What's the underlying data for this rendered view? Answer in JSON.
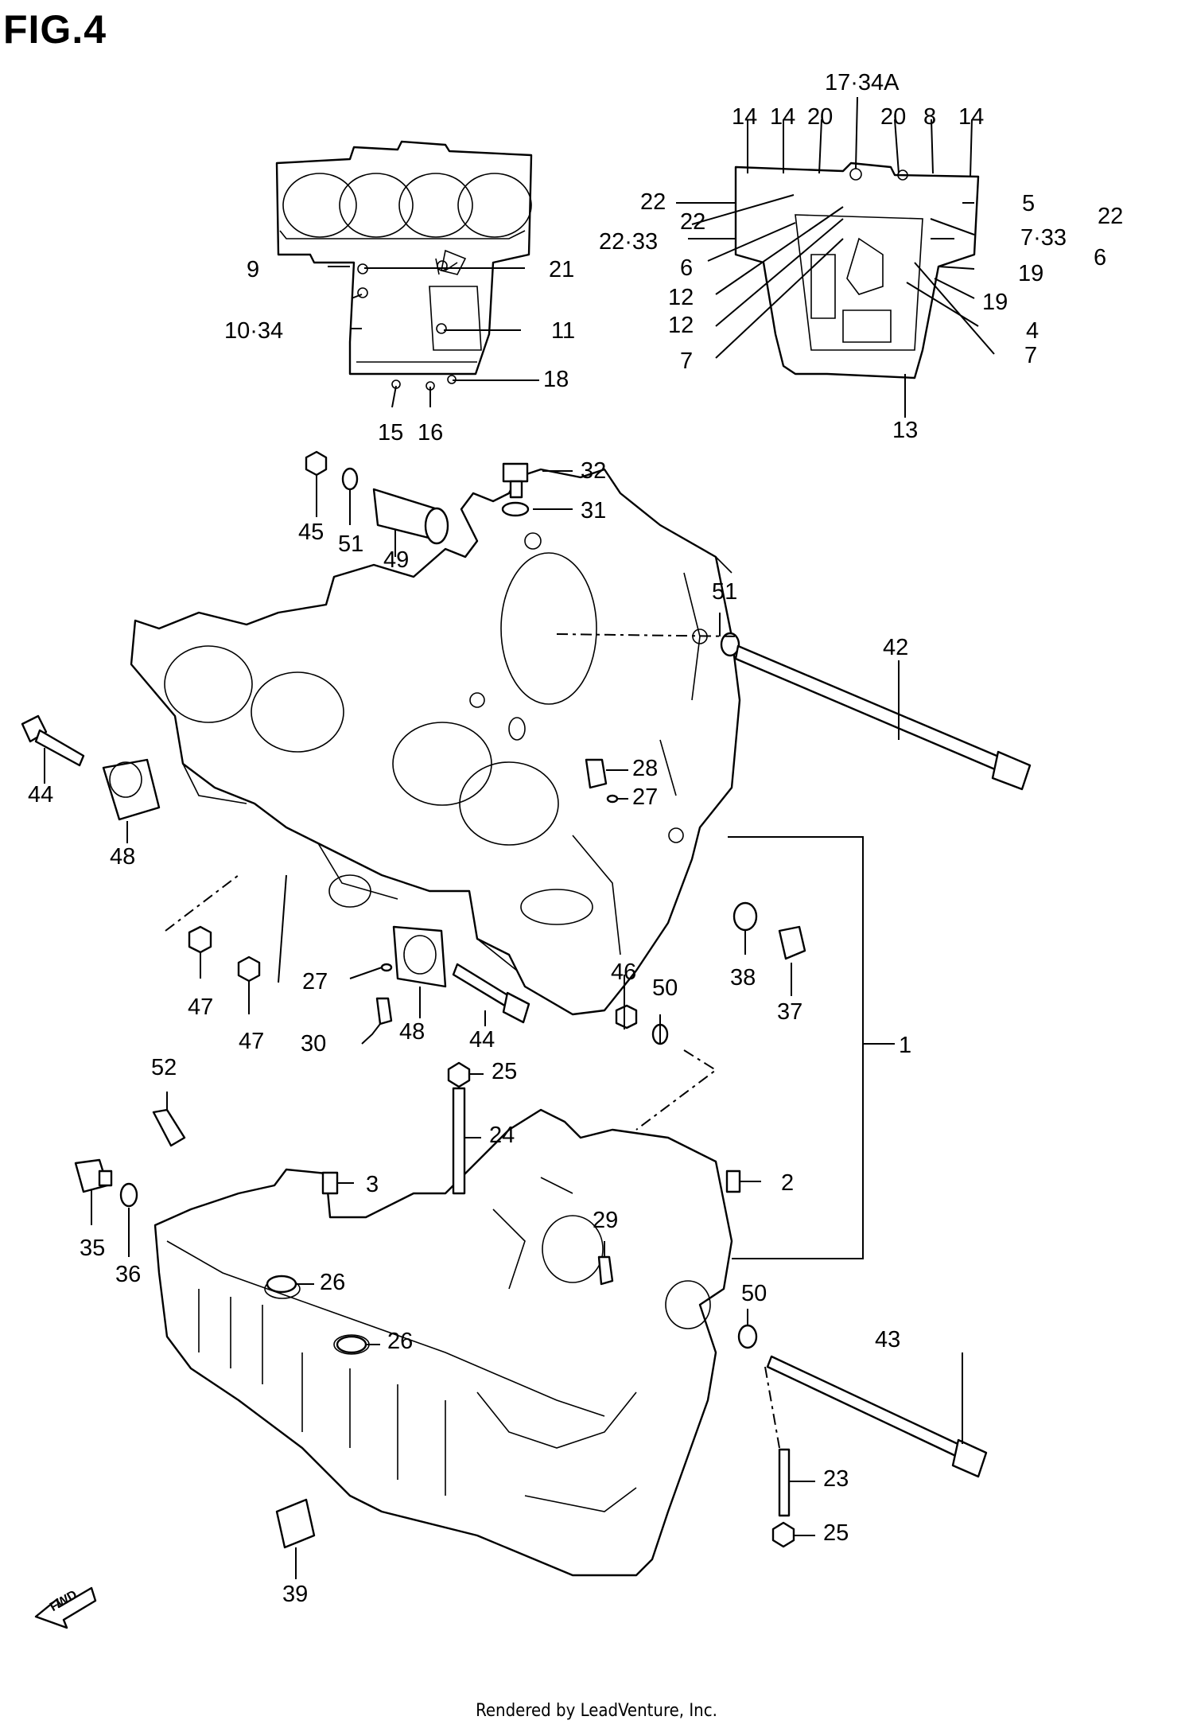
{
  "figure": {
    "title": "FIG.4"
  },
  "footer": {
    "text": "Rendered by LeadVenture, Inc."
  },
  "callouts": [
    "1",
    "2",
    "3",
    "4",
    "5",
    "6",
    "6",
    "7",
    "7",
    "7·33",
    "8",
    "9",
    "10·34",
    "11",
    "12",
    "12",
    "13",
    "14",
    "14",
    "14",
    "15",
    "16",
    "17·34A",
    "18",
    "19",
    "19",
    "20",
    "20",
    "21",
    "22",
    "22",
    "22",
    "22·33",
    "23",
    "24",
    "25",
    "25",
    "26",
    "26",
    "27",
    "27",
    "28",
    "29",
    "30",
    "31",
    "32",
    "35",
    "36",
    "37",
    "38",
    "39",
    "42",
    "43",
    "44",
    "44",
    "45",
    "46",
    "47",
    "47",
    "48",
    "48",
    "49",
    "50",
    "50",
    "51",
    "51",
    "52"
  ],
  "fwd_arrow": {
    "label": "FWD"
  }
}
